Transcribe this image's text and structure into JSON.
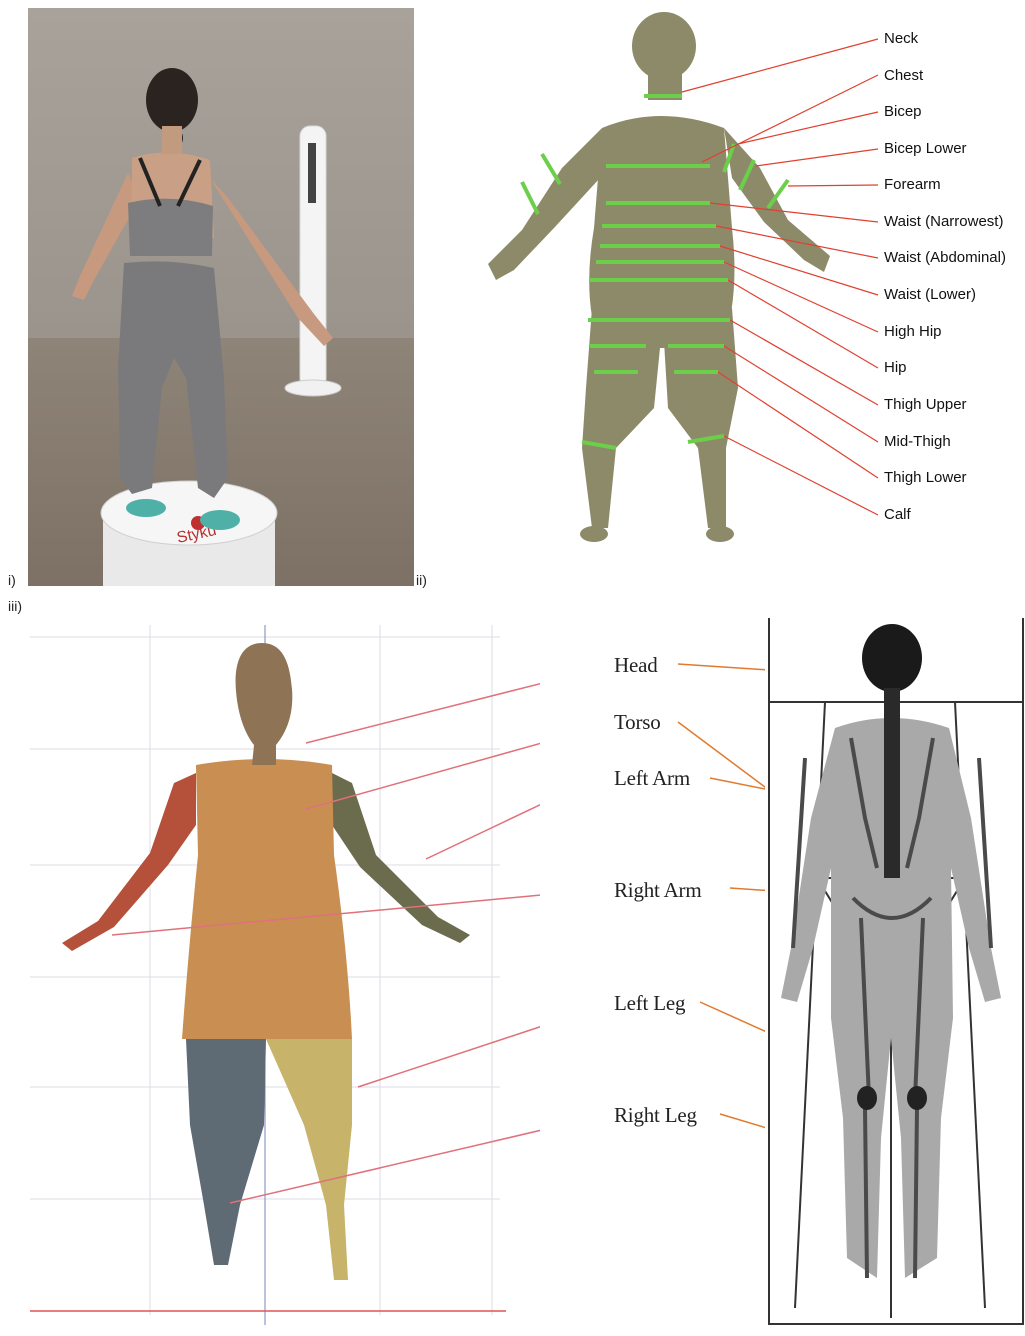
{
  "panel_labels": {
    "i": "i)",
    "ii": "ii)",
    "iii": "iii)"
  },
  "photo": {
    "platform_brand": "Styku",
    "platform_subtext": ""
  },
  "scan_measurements": [
    "Neck",
    "Chest",
    "Bicep",
    "Bicep Lower",
    "Forearm",
    "Waist (Narrowest)",
    "Waist (Abdominal)",
    "Waist (Lower)",
    "High Hip",
    "Hip",
    "Thigh Upper",
    "Mid-Thigh",
    "Thigh Lower",
    "Calf"
  ],
  "regions": [
    "Head",
    "Torso",
    "Left Arm",
    "Right Arm",
    "Left Leg",
    "Right Leg"
  ],
  "colors": {
    "measurement_ring": "#6ccf4a",
    "leader_line": "#e0402f",
    "region_leader": "#e07a2f",
    "scan_body": "#8d8a6a",
    "torso": "#c98f52",
    "head": "#8f7355",
    "left_arm_seg": "#6b6b4e",
    "right_arm_seg": "#b5513a",
    "left_leg_seg": "#c7b46a",
    "right_leg_seg": "#5e6a74"
  }
}
